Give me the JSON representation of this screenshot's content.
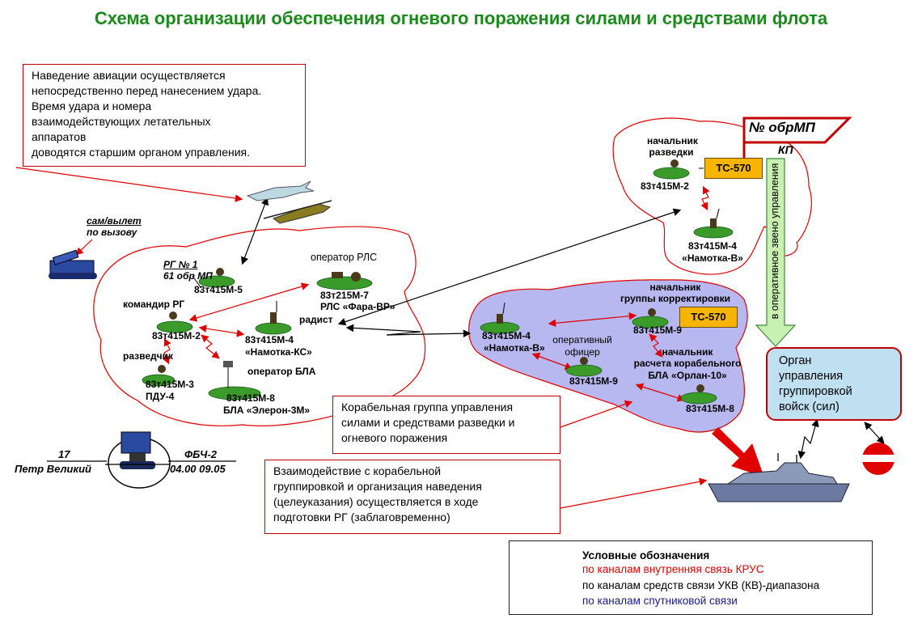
{
  "title": "Схема организации обеспечения огневого поражения силами и средствами флота",
  "note_top": {
    "l1": "Наведение авиации осуществляется",
    "l2": "непосредственно перед нанесением удара.",
    "l3": " Время удара и номера",
    "l4": "взаимодействующих летательных",
    "l5": "аппаратов",
    "l6": "доводятся старшим органом управления."
  },
  "note_ship_group": {
    "l1": "Корабельная группа управления",
    "l2": "силами и средствами разведки и",
    "l3": "огневого поражения"
  },
  "note_interaction": {
    "l1": "Взаимодействие с корабельной",
    "l2": "группировкой и организация наведения",
    "l3": "(целеуказания) осуществляется в ходе",
    "l4": "подготовки РГ (заблаговременно)"
  },
  "sam_vylet": {
    "l1": "сам/вылет",
    "l2": "по вызову"
  },
  "rg": {
    "l1": "РГ № 1",
    "l2": "61 обр МП"
  },
  "left_group": {
    "m5": "83т415М-5",
    "komandir": "командир РГ",
    "m2": "83т415М-2",
    "razvedchik": "разведчик",
    "m3": "83т415М-3",
    "pdu": "ПДУ-4",
    "operator_rls": "оператор РЛС",
    "rls_code": "83т215М-7",
    "rls_name": "РЛС «Фара-ВР»",
    "radist": "радист",
    "m4_code": "83т415М-4",
    "m4_name": "«Намотка-КС»",
    "operator_bla": "оператор БЛА",
    "m8": "83т415М-8",
    "bla_name": "БЛА «Элерон-3М»"
  },
  "kp": {
    "flag_l1": "№ обрМП",
    "flag_l2": "КП",
    "nach_razv_l1": "начальник",
    "nach_razv_l2": "разведки",
    "ts1": "ТС-570",
    "m2": "83т415М-2",
    "m4_code": "83т415М-4",
    "m4_name": "«Намотка-В»"
  },
  "vertical_label": "в оперативное звено управления",
  "ship_group": {
    "m4_code": "83т415М-4",
    "m4_name": "«Намотка-В»",
    "nach_korr_l1": "начальник",
    "nach_korr_l2": "группы корректировки",
    "ts2": "ТС-570",
    "m9a": "83т415М-9",
    "op_l1": "оперативный",
    "op_l2": "офицер",
    "m9b": "83т415М-9",
    "nach_bla_l1": "начальник",
    "nach_bla_l2": "расчета корабельного",
    "nach_bla_l3": "БЛА «Орлан-10»",
    "m8": "83т415М-8"
  },
  "organ": {
    "l1": "Орган",
    "l2": "управления",
    "l3": "группировкой",
    "l4": "войск (сил)"
  },
  "ship_left": {
    "num": "17",
    "name": "Петр Великий"
  },
  "ship_right": {
    "code": "ФБЧ-2",
    "time": "04.00 09.05"
  },
  "legend": {
    "title": "Условные обозначения",
    "r1": "по каналам внутренняя связь КРУС",
    "r2": "по каналам средств связи УКВ (КВ)-диапазона",
    "r3": "по каналам спутниковой связи"
  },
  "colors": {
    "title": "#1a8a1a",
    "red": "#e00000",
    "blue": "#1a1a8a",
    "ship_area": "#b8b8f0",
    "ts": "#f7b500",
    "organ": "#bfe0f0",
    "arrow_green": "#c8f0b0"
  }
}
